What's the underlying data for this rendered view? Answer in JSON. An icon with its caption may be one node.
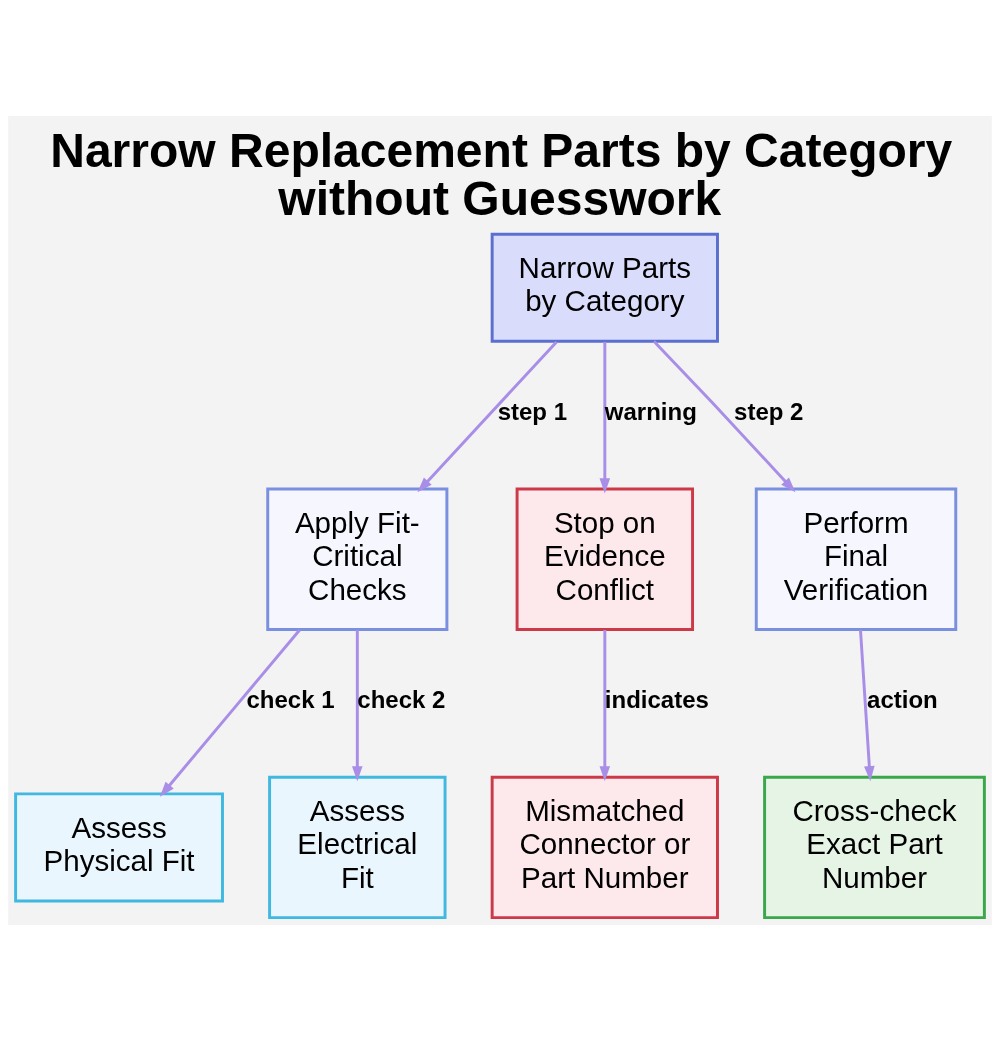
{
  "diagram": {
    "title": "Narrow Replacement Parts by Category without Guesswork",
    "nodes": [
      {
        "text": [
          "Narrow Parts by Category"
        ]
      },
      {
        "text": [
          "Apply Fit-Critical Checks"
        ]
      },
      {
        "text": [
          "Stop on Evidence Conflict"
        ]
      },
      {
        "text": [
          "Perform Final Verification"
        ]
      },
      {
        "text": [
          "Assess Physical Fit"
        ]
      },
      {
        "text": [
          "Assess Electrical Fit"
        ]
      },
      {
        "text": [
          "Mismatched Connector or Part Number"
        ]
      },
      {
        "text": [
          "Cross-check Exact Part Number"
        ]
      }
    ],
    "edges": [
      {
        "from": 0,
        "to": 1,
        "arrow": "to",
        "label": "step 1"
      },
      {
        "from": 0,
        "to": 2,
        "arrow": "to",
        "label": "warning"
      },
      {
        "from": 0,
        "to": 3,
        "arrow": "to",
        "label": "step 2"
      },
      {
        "from": 1,
        "to": 4,
        "arrow": "to",
        "label": "check 1"
      },
      {
        "from": 1,
        "to": 5,
        "arrow": "to",
        "label": "check 2"
      },
      {
        "from": 2,
        "to": 6,
        "arrow": "to",
        "label": "indicates"
      },
      {
        "from": 3,
        "to": 7,
        "arrow": "to",
        "label": "action"
      }
    ]
  }
}
